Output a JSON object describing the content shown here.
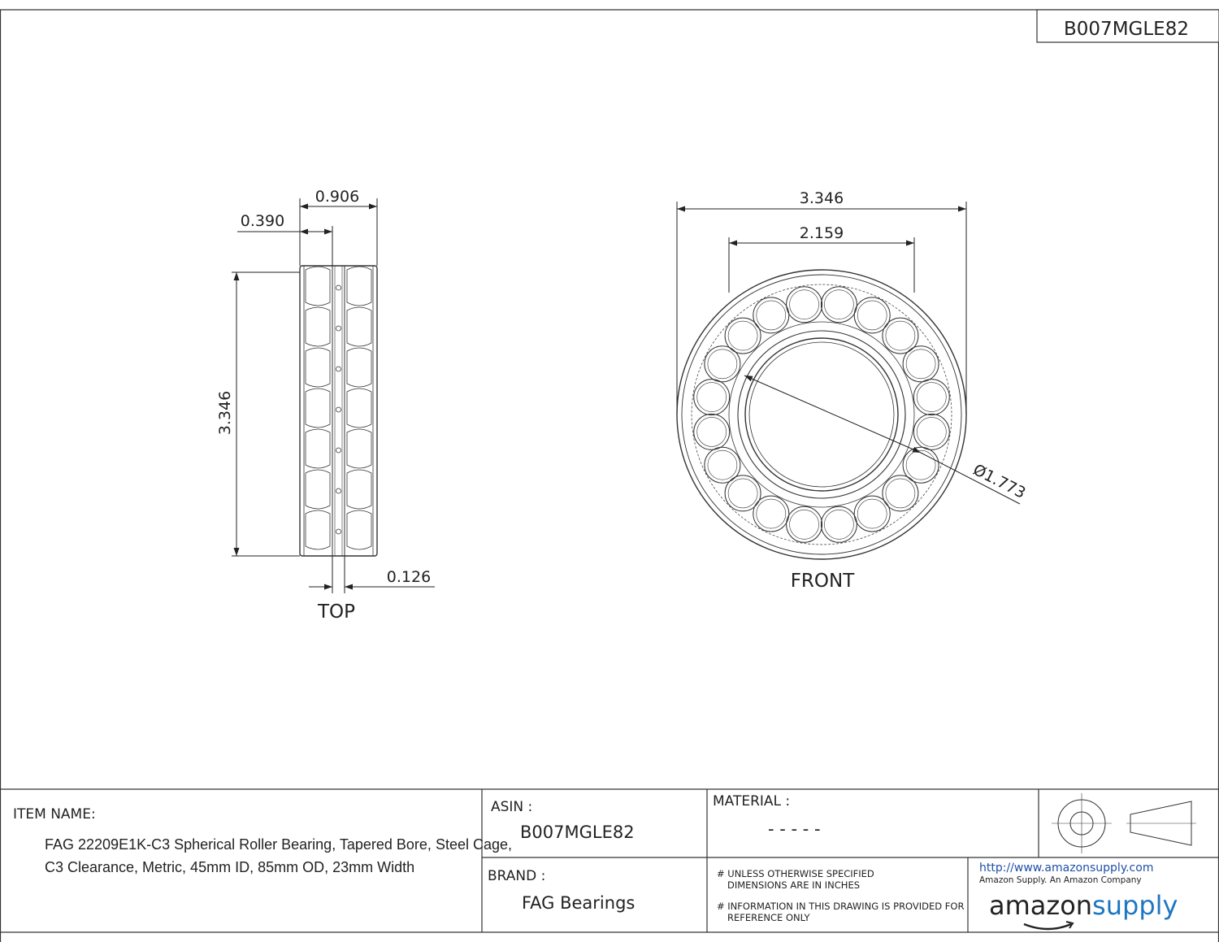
{
  "header": {
    "part_number": "B007MGLE82"
  },
  "top_view": {
    "caption": "TOP",
    "dimensions": {
      "overall_width": "0.906",
      "half_width": "0.390",
      "height": "3.346",
      "groove": "0.126"
    }
  },
  "front_view": {
    "caption": "FRONT",
    "dimensions": {
      "outer_diameter": "3.346",
      "pitch": "2.159",
      "bore": "Ø1.773"
    }
  },
  "title_block": {
    "item_name_label": "ITEM NAME:",
    "item_name_lines": [
      "FAG 22209E1K-C3 Spherical Roller Bearing, Tapered Bore, Steel Cage,",
      "C3 Clearance, Metric, 45mm ID, 85mm OD, 23mm Width"
    ],
    "asin_label": "ASIN :",
    "asin_value": "B007MGLE82",
    "material_label": "MATERIAL :",
    "material_value": "- - - - -",
    "brand_label": "BRAND :",
    "brand_value": "FAG Bearings",
    "notes": [
      [
        "# UNLESS OTHERWISE SPECIFIED",
        "DIMENSIONS ARE IN INCHES"
      ],
      [
        "# INFORMATION IN THIS DRAWING IS PROVIDED FOR",
        "REFERENCE ONLY"
      ]
    ],
    "url": "http://www.amazonsupply.com",
    "company": "Amazon Supply. An Amazon Company",
    "logo": {
      "part1": "amazon",
      "part2": "supply",
      "accent_color": "#1f76c0"
    }
  }
}
